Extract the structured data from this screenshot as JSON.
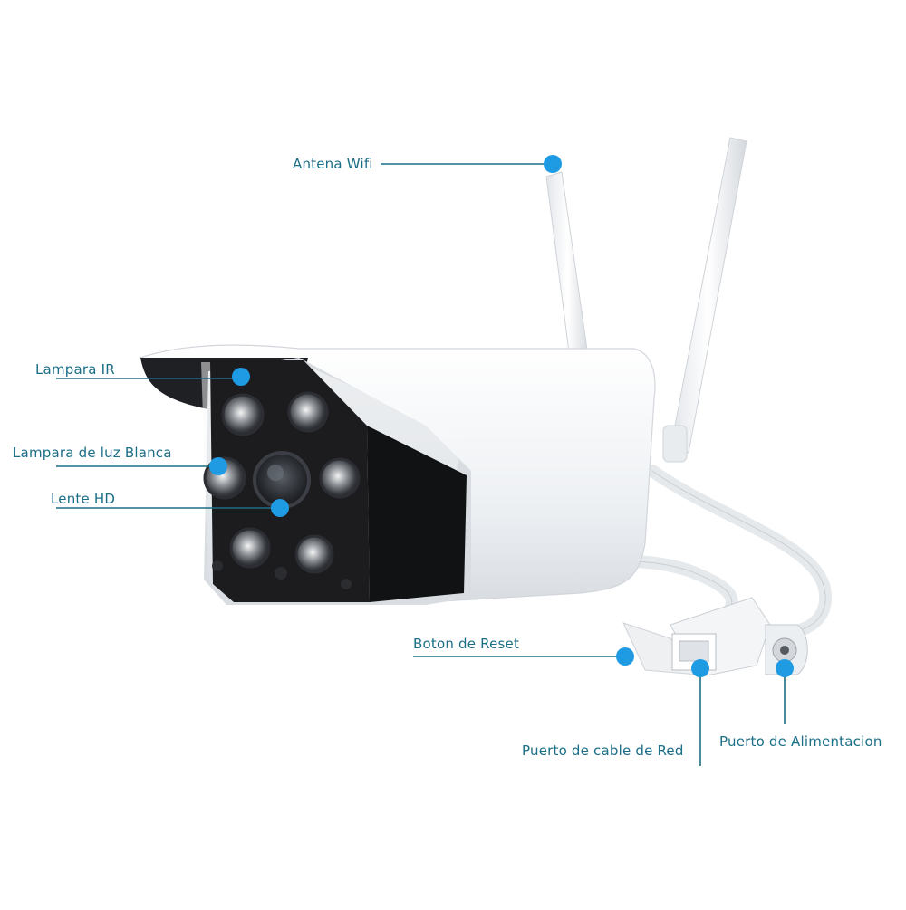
{
  "callouts": {
    "antena_wifi": "Antena Wifi",
    "lampara_ir": "Lampara IR",
    "lampara_luz_blanca": "Lampara de luz Blanca",
    "lente_hd": "Lente HD",
    "boton_reset": "Boton de Reset",
    "puerto_red": "Puerto de cable de Red",
    "puerto_alimentacion": "Puerto de Alimentacion"
  },
  "colors": {
    "label_text": "#1a6e86",
    "leader_line": "#1a6e86",
    "marker_dot": "#1e9be3",
    "camera_body": "#f1f3f5",
    "camera_face": "#1c1c1f"
  }
}
